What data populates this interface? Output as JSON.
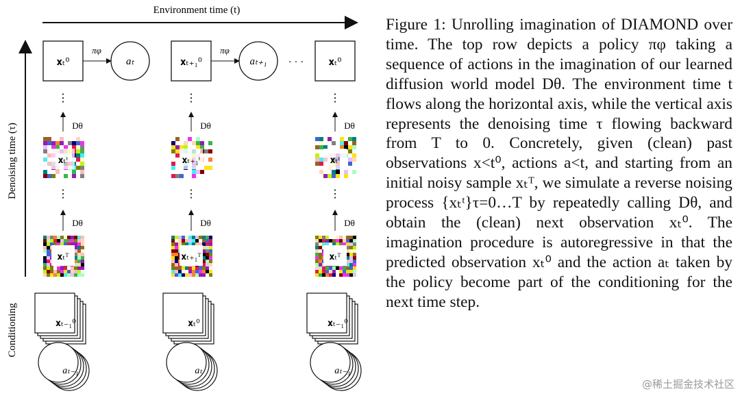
{
  "figure": {
    "top_axis_label": "Environment time (t)",
    "left_axis_label": "Denoising time (τ)",
    "conditioning_label": "Conditioning",
    "policy_label": "πφ",
    "denoiser_label": "Dθ",
    "ellipsis_h": "· · ·",
    "ellipsis_v": "⋮",
    "columns": [
      {
        "clean": "x_t^0",
        "action": "a_t",
        "mid": "x_t^τ",
        "noisy": "x_t^T",
        "cond_obs": "x_{t-1}^0",
        "cond_act": "a_{t-1}"
      },
      {
        "clean": "x_{t+1}^0",
        "action": "a_{t+1}",
        "mid": "x_{t+1}^τ",
        "noisy": "x_{t+1}^T",
        "cond_obs": "x_t^0",
        "cond_act": "a_t"
      },
      {
        "clean": "x_T^0",
        "mid": "x_T^τ",
        "noisy": "x_T^T",
        "cond_obs": "x_{T-1}^0",
        "cond_act": "a_{T-1}"
      }
    ]
  },
  "caption": {
    "label": "Figure 1:",
    "text": "Unrolling imagination of DIAMOND over time. The top row depicts a policy πφ taking a sequence of actions in the imagination of our learned diffusion world model Dθ. The environment time t flows along the horizontal axis, while the vertical axis represents the denoising time τ flowing backward from T to 0. Concretely, given (clean) past observations x<t⁰, actions a<t, and starting from an initial noisy sample xₜᵀ, we simulate a reverse noising process {xₜᵗ}τ=0…T by repeatedly calling Dθ, and obtain the (clean) next observation xₜ⁰. The imagination procedure is autoregressive in that the predicted observation xₜ⁰ and the action aₜ taken by the policy become part of the conditioning for the next time step."
  },
  "watermark": "@稀土掘金技术社区"
}
